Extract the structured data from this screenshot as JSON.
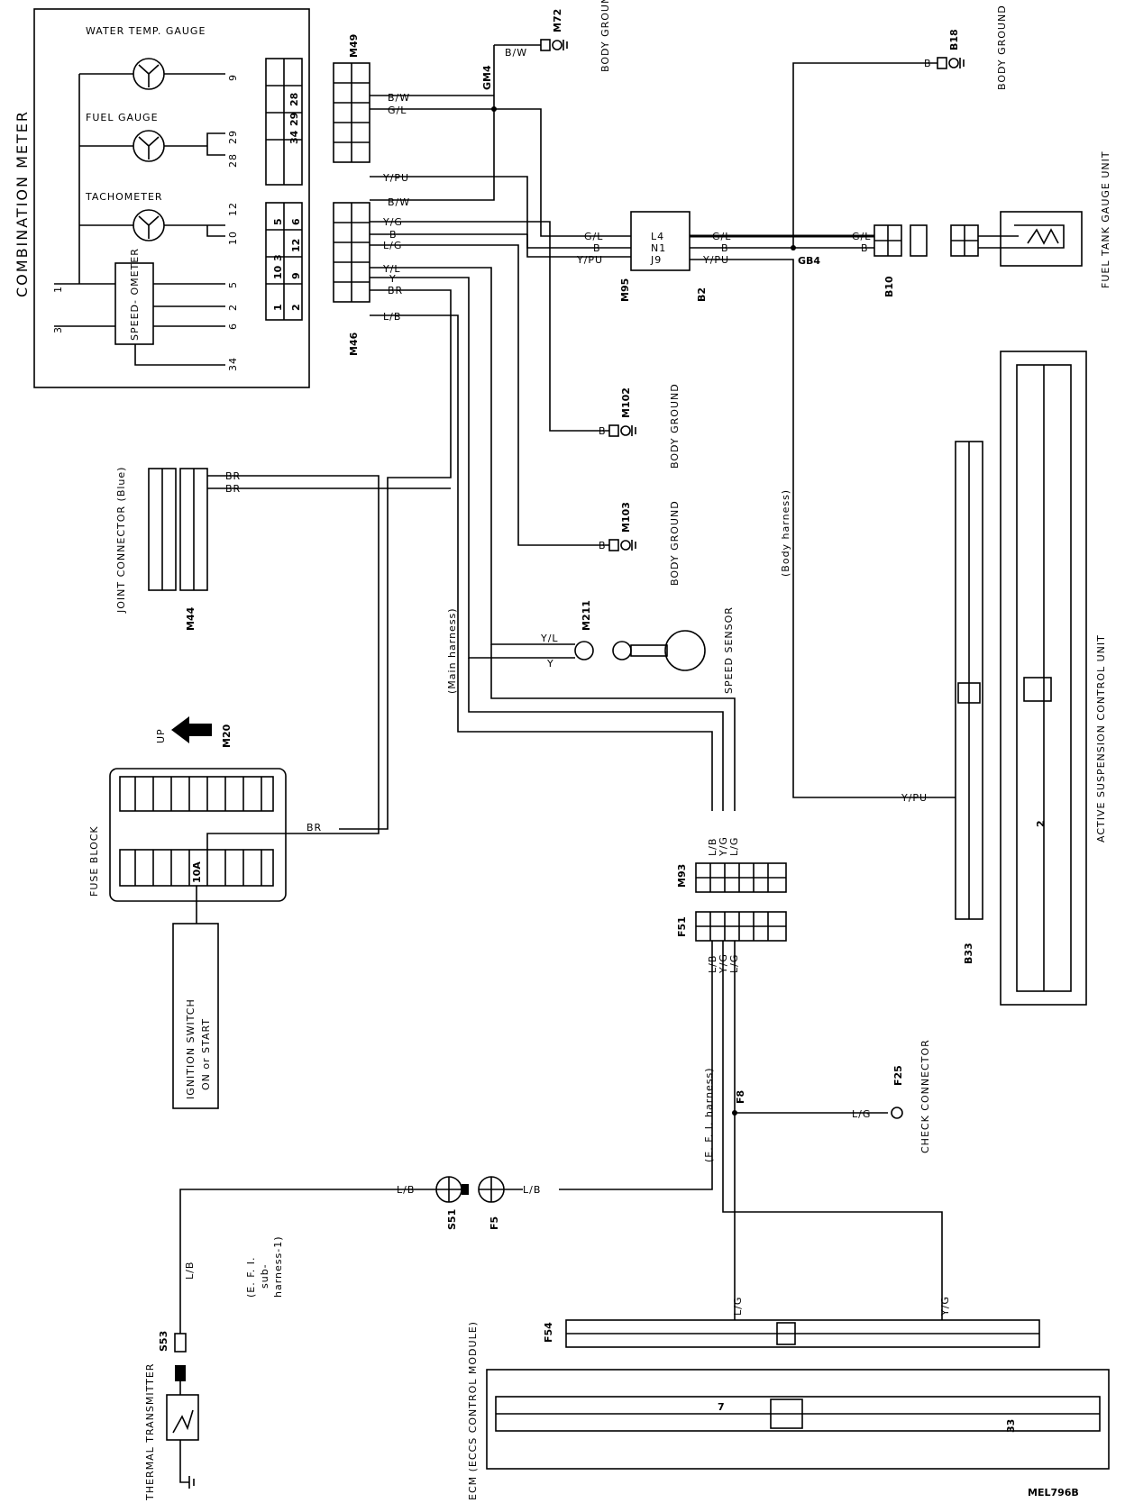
{
  "figure_id": "MEL796B",
  "combination_meter": {
    "title": "COMBINATION METER",
    "water_temp_gauge": "WATER TEMP. GAUGE",
    "fuel_gauge": "FUEL GAUGE",
    "tachometer": "TACHOMETER",
    "speedometer": "SPEED- OMETER",
    "terminals": [
      "9",
      "29",
      "28",
      "12",
      "10",
      "5",
      "2",
      "6",
      "34",
      "1",
      "3"
    ],
    "connector_cells": [
      "28",
      "29",
      "34",
      "5",
      "6",
      "12",
      "10",
      "9",
      "1",
      "2",
      "3"
    ]
  },
  "connectors": {
    "m49": "M49",
    "m72": "M72",
    "b18": "B18",
    "m46": "M46",
    "m95": "M95",
    "b2": "B2",
    "b10": "B10",
    "m102": "M102",
    "m103": "M103",
    "m44": "M44",
    "m211": "M211",
    "m20": "M20",
    "m93": "M93",
    "f51": "F51",
    "f25": "F25",
    "s51": "S51",
    "f5": "F5",
    "s53": "S53",
    "f54": "F54",
    "b33": "B33",
    "f8": "F8",
    "gm4": "GM4",
    "gb4": "GB4"
  },
  "wire_colors": {
    "bw": "B/W",
    "gl": "G/L",
    "ypu": "Y/PU",
    "yg": "Y/G",
    "b": "B",
    "lg": "L/G",
    "yl": "Y/L",
    "br": "BR",
    "lb": "L/B",
    "y": "Y"
  },
  "m95_pins": {
    "l4": "L4",
    "n1": "N1",
    "j9": "J9"
  },
  "labels": {
    "body_ground": "BODY GROUND",
    "fuel_tank_gauge_unit": "FUEL TANK GAUGE UNIT",
    "active_suspension": "ACTIVE SUSPENSION CONTROL UNIT",
    "body_harness": "(Body harness)",
    "main_harness": "(Main harness)",
    "joint_connector": "JOINT CONNECTOR (Blue)",
    "speed_sensor": "SPEED SENSOR",
    "up": "UP",
    "fuse_block": "FUSE BLOCK",
    "fuse_10a": "10A",
    "ignition_switch": "IGNITION SWITCH",
    "ignition_on": "ON or START",
    "efi_harness": "(E. F. I. harness)",
    "check_connector": "CHECK CONNECTOR",
    "efi_sub_a": "(E. F. I.",
    "efi_sub_b": "sub-",
    "efi_sub_c": "harness-1)",
    "thermal_transmitter": "THERMAL TRANSMITTER",
    "ecm": "ECM (ECCS CONTROL MODULE)",
    "pin_2": "2",
    "pin_7": "7",
    "pin_33": "33"
  }
}
